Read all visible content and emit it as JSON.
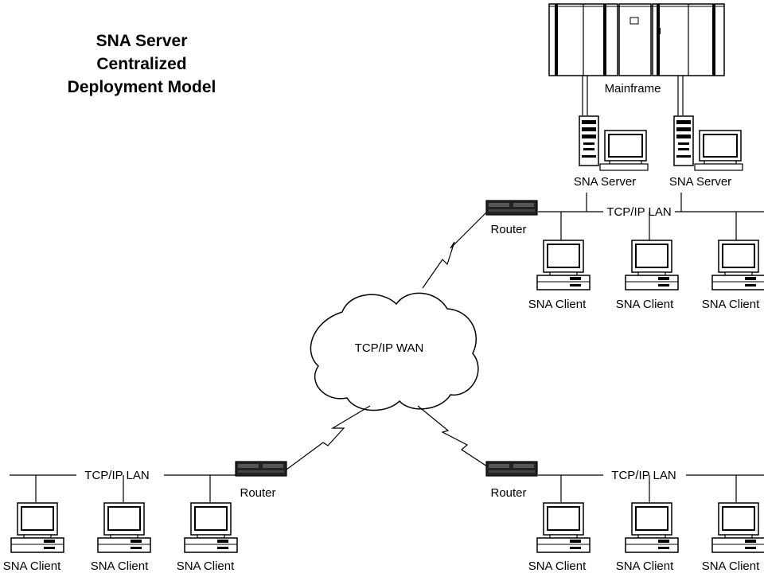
{
  "title": [
    "SNA Server",
    "Centralized",
    "Deployment Model"
  ],
  "mainframe": {
    "label": "Mainframe"
  },
  "servers": [
    {
      "label": "SNA Server"
    },
    {
      "label": "SNA Server"
    }
  ],
  "wan": {
    "label": "TCP/IP WAN"
  },
  "routers": [
    {
      "label": "Router"
    },
    {
      "label": "Router"
    },
    {
      "label": "Router"
    }
  ],
  "lans": [
    {
      "label": "TCP/IP LAN"
    },
    {
      "label": "TCP/IP LAN"
    },
    {
      "label": "TCP/IP LAN"
    }
  ],
  "clients": {
    "top_right": [
      "SNA Client",
      "SNA Client",
      "SNA Client"
    ],
    "bottom_left": [
      "SNA Client",
      "SNA Client",
      "SNA Client"
    ],
    "bottom_right": [
      "SNA Client",
      "SNA Client",
      "SNA Client"
    ]
  }
}
